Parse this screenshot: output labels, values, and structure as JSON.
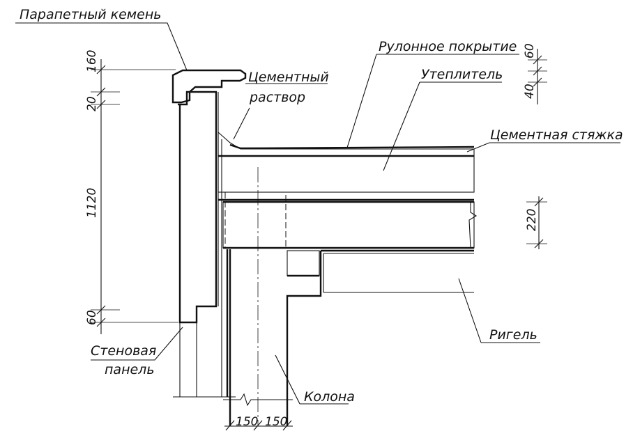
{
  "labels": {
    "parapet_stone": "Парапетный кемень",
    "cement_mortar_line1": "Цементный",
    "cement_mortar_line2": "раствор",
    "roll_covering": "Рулонное покрытие",
    "insulation": "Утеплитель",
    "cement_screed": "Цементная стяжка",
    "crossbar": "Ригель",
    "wall_panel_line1": "Стеновая",
    "wall_panel_line2": "панель",
    "column": "Колона"
  },
  "dimensions": {
    "parapet_height": "160",
    "gap": "20",
    "panel_height": "1120",
    "bottom": "60",
    "roll_layer": "60",
    "insulation_layer": "40",
    "slab": "220",
    "col_left": "150",
    "col_right": "150"
  },
  "hatch_colors": {
    "line": "#111111",
    "background": "#ffffff"
  }
}
